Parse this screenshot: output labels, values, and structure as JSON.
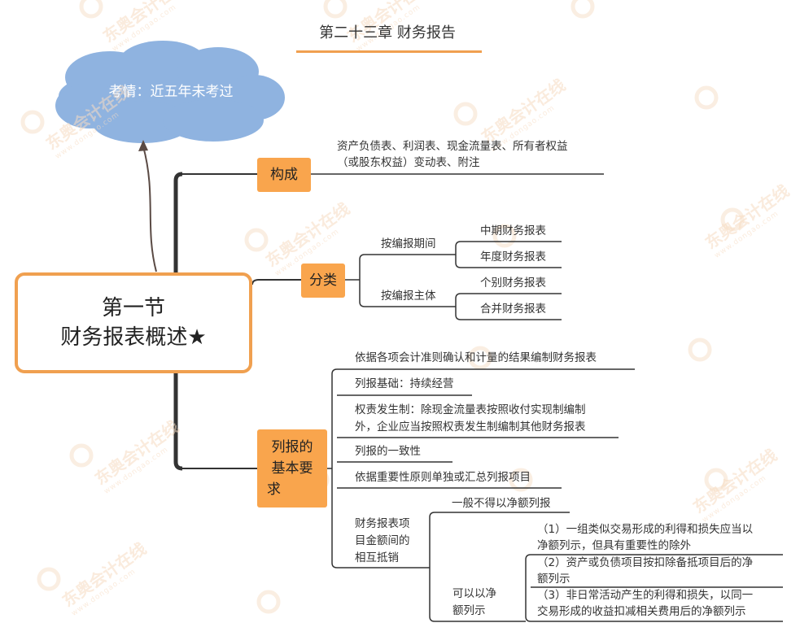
{
  "title": "第二十三章 财务报告",
  "cloud": {
    "text": "考情：近五年未考过"
  },
  "watermark": {
    "brand": "东奥会计在线",
    "site": "www.dongao.com"
  },
  "root": {
    "line1": "第一节",
    "line2": "财务报表概述★"
  },
  "composition": {
    "label": "构成",
    "text_line1": "资产负债表、利润表、现金流量表、所有者权益",
    "text_line2": "（或股东权益）变动表、附注"
  },
  "classification": {
    "label": "分类",
    "by_period": {
      "label": "按编报期间",
      "items": [
        "中期财务报表",
        "年度财务报表"
      ]
    },
    "by_entity": {
      "label": "按编报主体",
      "items": [
        "个别财务报表",
        "合并财务报表"
      ]
    }
  },
  "requirements": {
    "label_line1": "列报的",
    "label_line2": "基本要",
    "label_line3": "求",
    "items": [
      {
        "line1": "依据各项会计准则确认和计量的结果编制财务报表"
      },
      {
        "line1": "列报基础：持续经营"
      },
      {
        "line1": "权责发生制：除现金流量表按照收付实现制编制",
        "line2": "外，企业应当按照权责发生制编制其他财务报表"
      },
      {
        "line1": "列报的一致性"
      },
      {
        "line1": "依据重要性原则单独或汇总列报项目"
      }
    ],
    "offset": {
      "label_line1": "财务报表项",
      "label_line2": "目金额间的",
      "label_line3": "相互抵销",
      "general": "一般不得以净额列报",
      "net_label_line1": "可以以净",
      "net_label_line2": "额列示",
      "cases": [
        {
          "line1": "（1）一组类似交易形成的利得和损失应当以",
          "line2": "净额列示，但具有重要性的除外"
        },
        {
          "line1": "（2）资产或负债项目按扣除备抵项目后的净",
          "line2": "额列示"
        },
        {
          "line1": "（3）非日常活动产生的利得和损失，以同一",
          "line2": "交易形成的收益扣减相关费用后的净额列示"
        }
      ]
    }
  },
  "colors": {
    "accent": "#f9a54d",
    "cloud": "#8fb3e0",
    "line": "#333333"
  }
}
